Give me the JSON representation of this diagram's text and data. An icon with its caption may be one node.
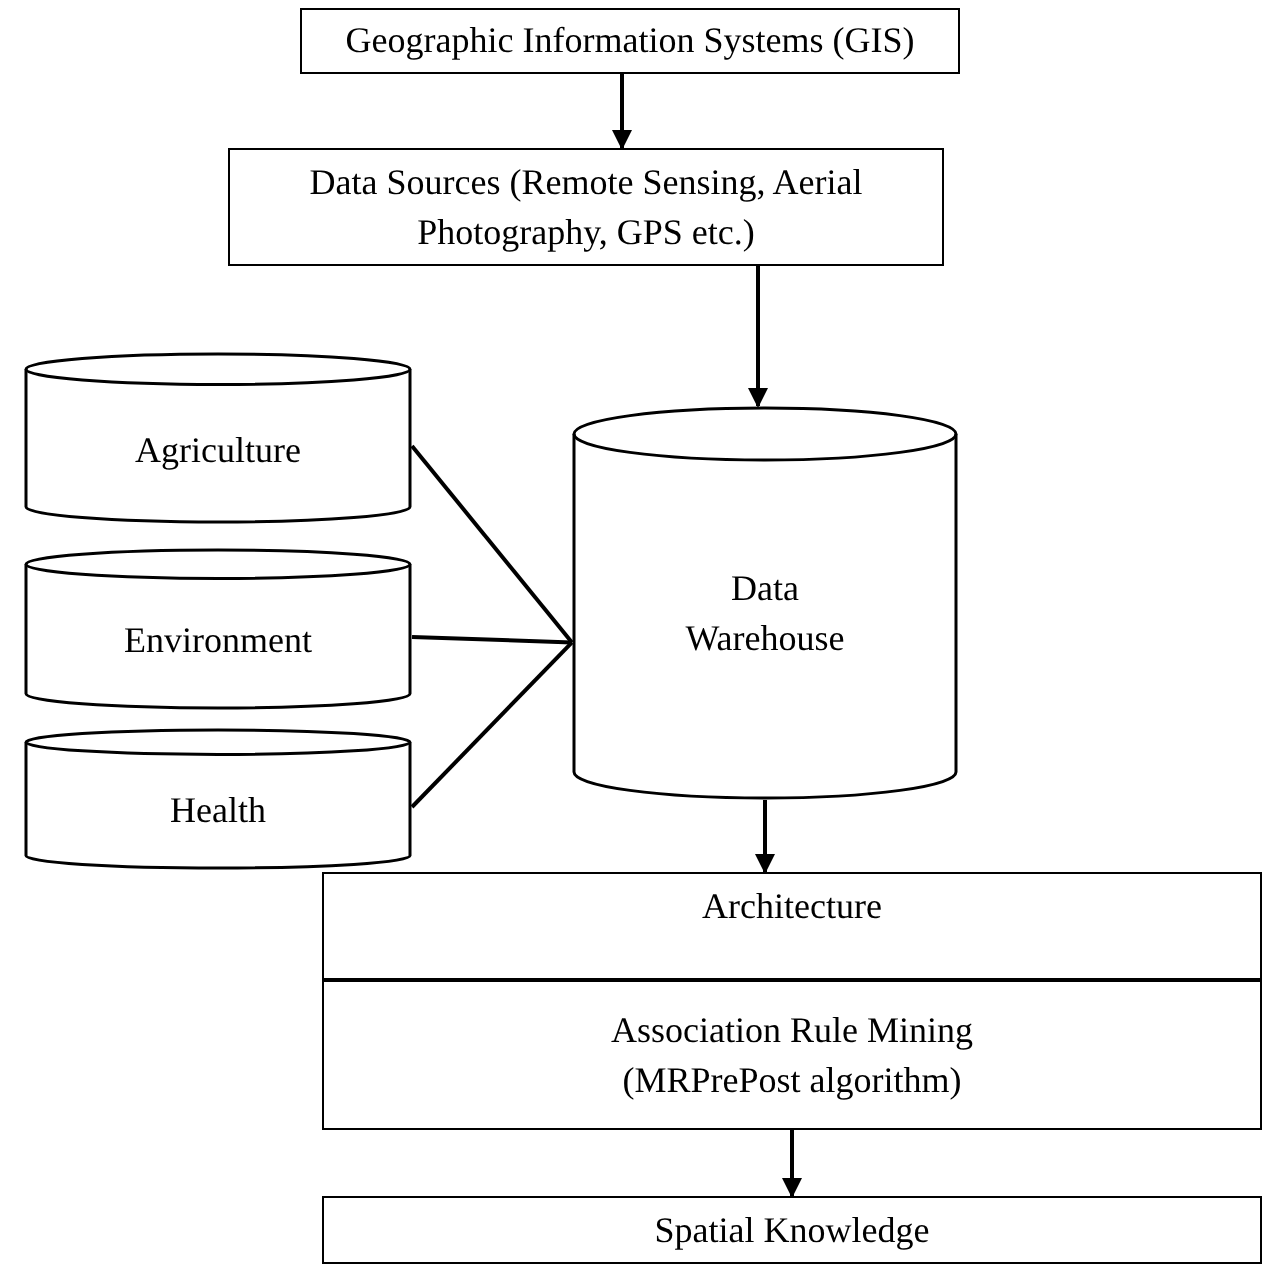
{
  "diagram": {
    "nodes": [
      {
        "text": [
          "Geographic Information Systems (GIS)"
        ]
      },
      {
        "text": [
          "Data Sources (Remote Sensing, Aerial Photography, GPS etc.)"
        ]
      },
      {
        "text": [
          "Agriculture"
        ]
      },
      {
        "text": [
          "Environment"
        ]
      },
      {
        "text": [
          "Health"
        ]
      },
      {
        "text": [
          "Data Warehouse"
        ]
      },
      {
        "text": [
          "Architecture"
        ]
      },
      {
        "text": [
          "Association Rule Mining (MRPrePost algorithm)"
        ]
      },
      {
        "text": [
          "Spatial Knowledge"
        ]
      }
    ],
    "edges": [
      {
        "from": 0,
        "to": 1,
        "arrow": "to"
      },
      {
        "from": 1,
        "to": 5,
        "arrow": "to"
      },
      {
        "from": 2,
        "to": 5,
        "arrow": "none"
      },
      {
        "from": 3,
        "to": 5,
        "arrow": "none"
      },
      {
        "from": 4,
        "to": 5,
        "arrow": "none"
      },
      {
        "from": 5,
        "to": 6,
        "arrow": "to"
      },
      {
        "from": 7,
        "to": 8,
        "arrow": "to"
      }
    ]
  }
}
